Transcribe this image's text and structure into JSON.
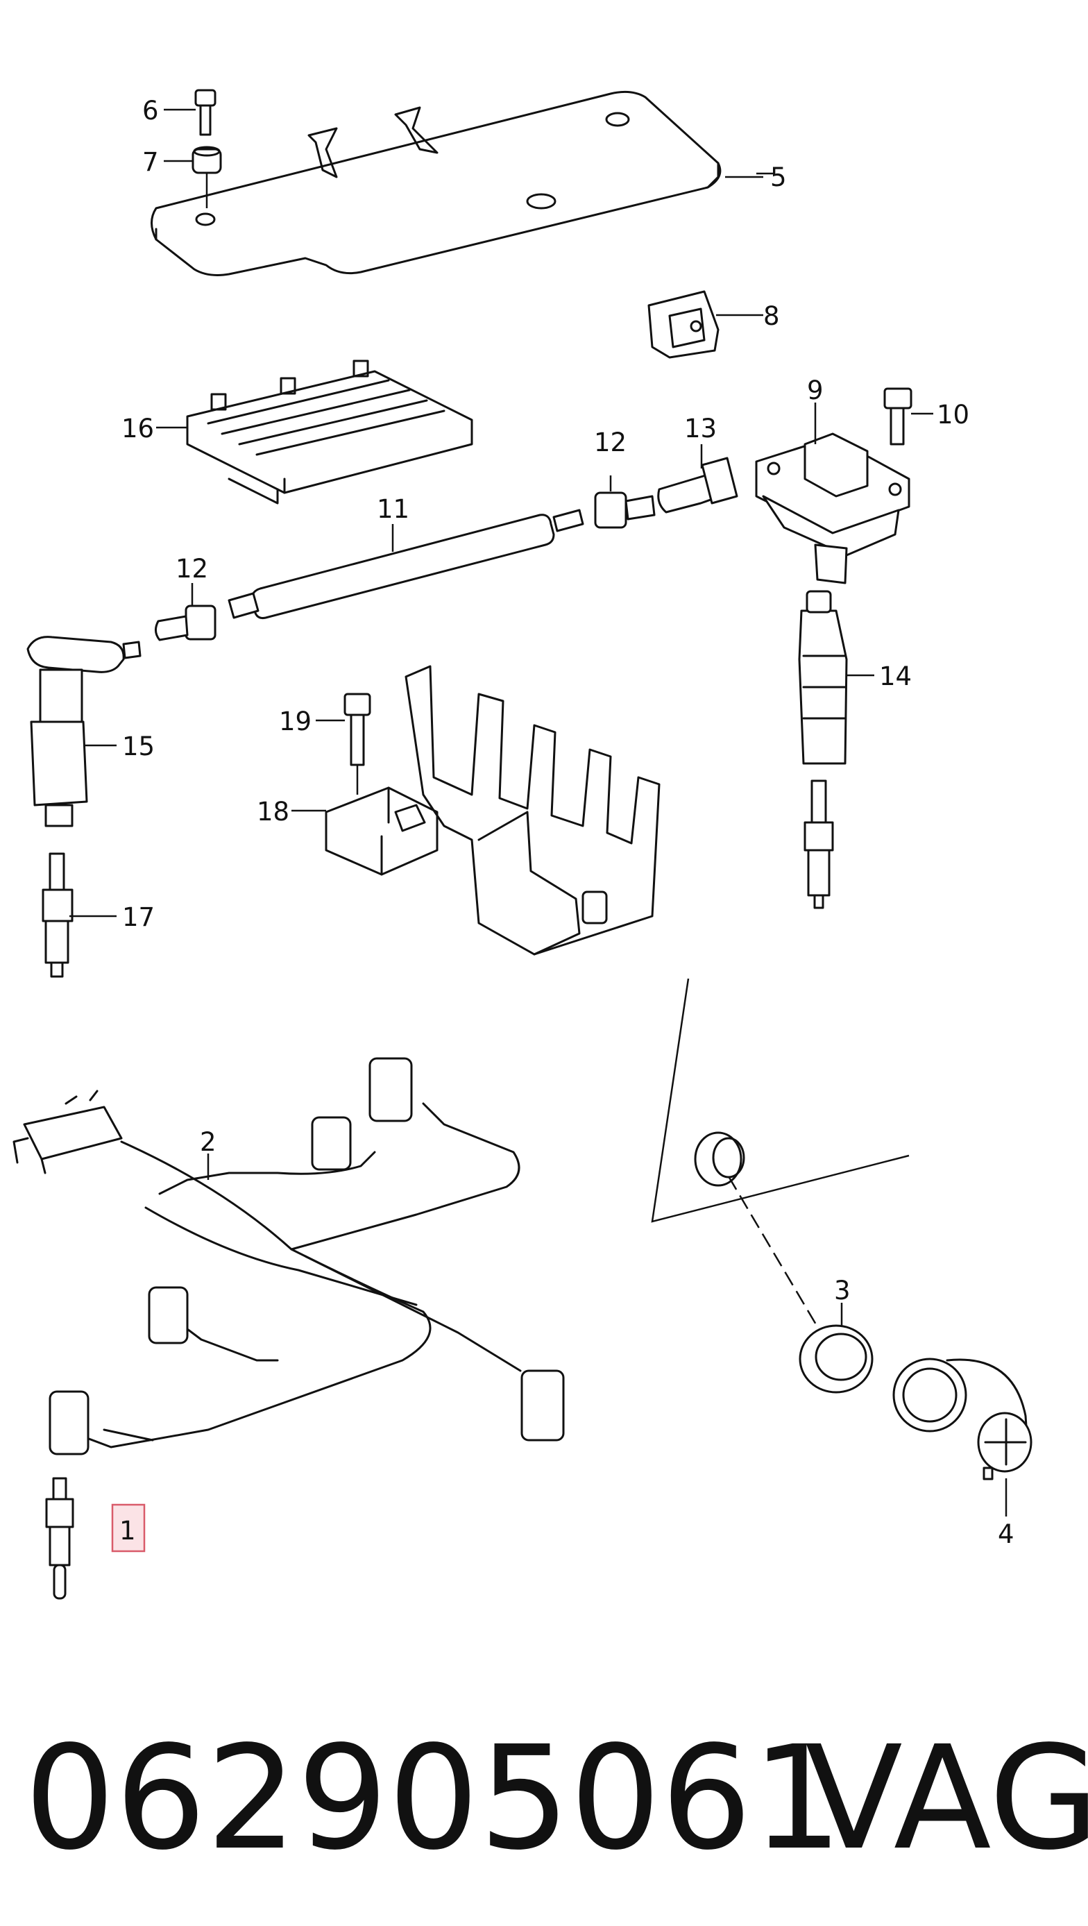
{
  "callouts": {
    "c1": "1",
    "c2": "2",
    "c3": "3",
    "c4": "4",
    "c5": "5",
    "c6": "6",
    "c7": "7",
    "c8": "8",
    "c9": "9",
    "c10": "10",
    "c11": "11",
    "c12a": "12",
    "c12b": "12",
    "c13": "13",
    "c14": "14",
    "c15": "15",
    "c16": "16",
    "c17": "17",
    "c18": "18",
    "c19": "19"
  },
  "footer": {
    "part_number": "062905061",
    "brand": "VAG"
  },
  "highlight_color": "#d95b6a"
}
